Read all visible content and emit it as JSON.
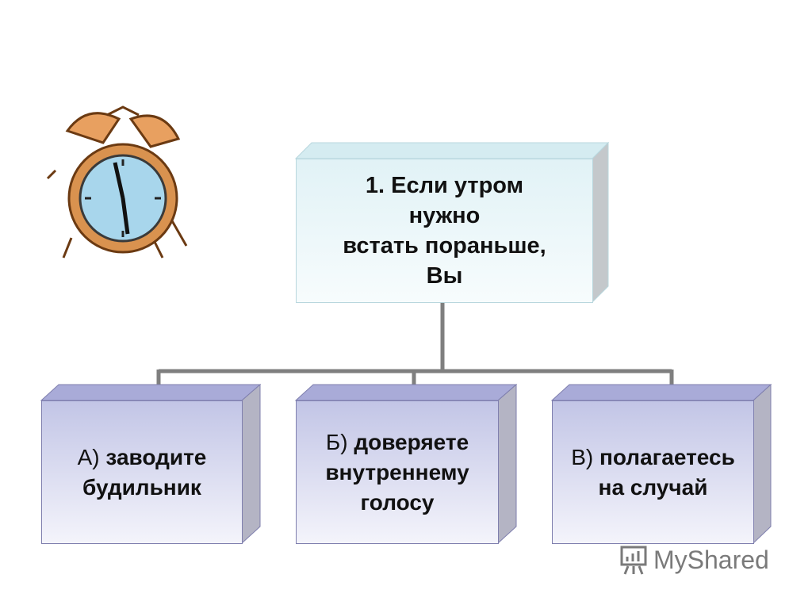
{
  "question": {
    "line1": "1. Если утром",
    "line2": "нужно",
    "line3": "встать пораньше,",
    "line4": "Вы"
  },
  "options": [
    {
      "prefix": "А)",
      "line1": "заводите",
      "line2": "будильник"
    },
    {
      "prefix": "Б)",
      "line1": "доверяете",
      "line2": "внутреннему",
      "line3": "голосу"
    },
    {
      "prefix": "В)",
      "line1": "полагаетесь",
      "line2": "на случай"
    }
  ],
  "watermark": {
    "text": "MyShared"
  },
  "colors": {
    "question_fill": "#e8f5f8",
    "option_fill": "#c9cbe9",
    "connector": "#7f7f7f"
  }
}
